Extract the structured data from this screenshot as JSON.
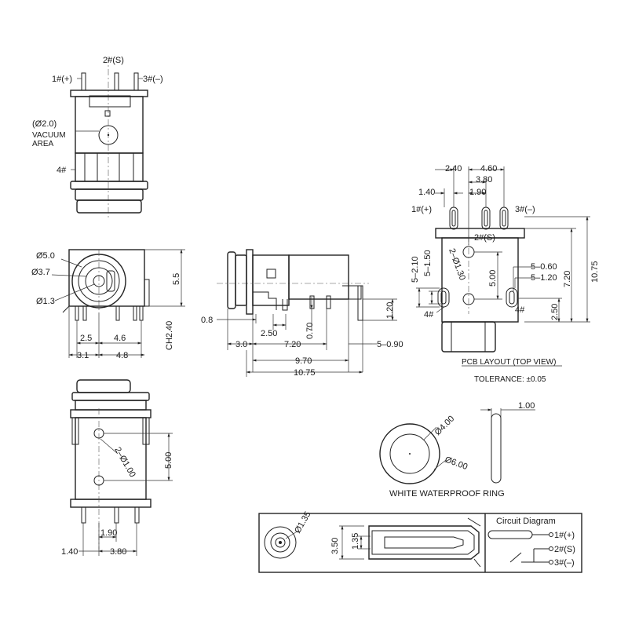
{
  "top_view": {
    "pin_center": "2#(S)",
    "pin_left": "1#(+)",
    "pin_right": "3#(–)",
    "vacuum_dia": "(Ø2.0)",
    "vacuum_line1": "VACUUM",
    "vacuum_line2": "AREA",
    "pin_bottom": "4#"
  },
  "front_view": {
    "dia_5": "Ø5.0",
    "dia_37": "Ø3.7",
    "dia_13": "Ø1.3",
    "height_55": "5.5",
    "ch": "CH2.40",
    "w_25": "2.5",
    "w_46": "4.6",
    "w_31": "3.1",
    "w_48": "4.8"
  },
  "side_view": {
    "d_08": "0.8",
    "d_250": "2.50",
    "d_070": "0.70",
    "d_120": "1.20",
    "d_30": "3.0",
    "d_720": "7.20",
    "d_5090": "5–0.90",
    "d_970": "9.70",
    "d_1075": "10.75"
  },
  "bottom_view": {
    "holes": "2–Ø1.00",
    "d_500": "5.00",
    "d_190": "1.90",
    "d_140": "1.40",
    "d_380": "3.80"
  },
  "pcb_layout": {
    "d_240": "2.40",
    "d_460": "4.60",
    "d_380": "3.80",
    "d_140": "1.40",
    "d_190": "1.90",
    "pin1": "1#(+)",
    "pin3": "3#(–)",
    "pin2": "2#(S)",
    "pin4a": "4#",
    "pin4b": "4#",
    "d_5210": "5–2.10",
    "d_5150": "5–1.50",
    "holes": "2–Ø1.30",
    "d_500": "5.00",
    "d_5060": "5–0.60",
    "d_5120": "5–1.20",
    "d_720": "7.20",
    "d_1075": "10.75",
    "d_250": "2.50",
    "title": "PCB LAYOUT (TOP VIEW)",
    "tolerance": "TOLERANCE: ±0.05"
  },
  "ring": {
    "d_400": "Ø4.00",
    "d_600": "Ø6.00",
    "d_100": "1.00",
    "caption": "WHITE WATERPROOF RING"
  },
  "detail": {
    "d_135a": "Ø1.35",
    "d_350": "3.50",
    "d_135b": "1.35"
  },
  "circuit": {
    "title": "Circuit Diagram",
    "p1": "1#(+)",
    "p2": "2#(S)",
    "p3": "3#(–)"
  }
}
